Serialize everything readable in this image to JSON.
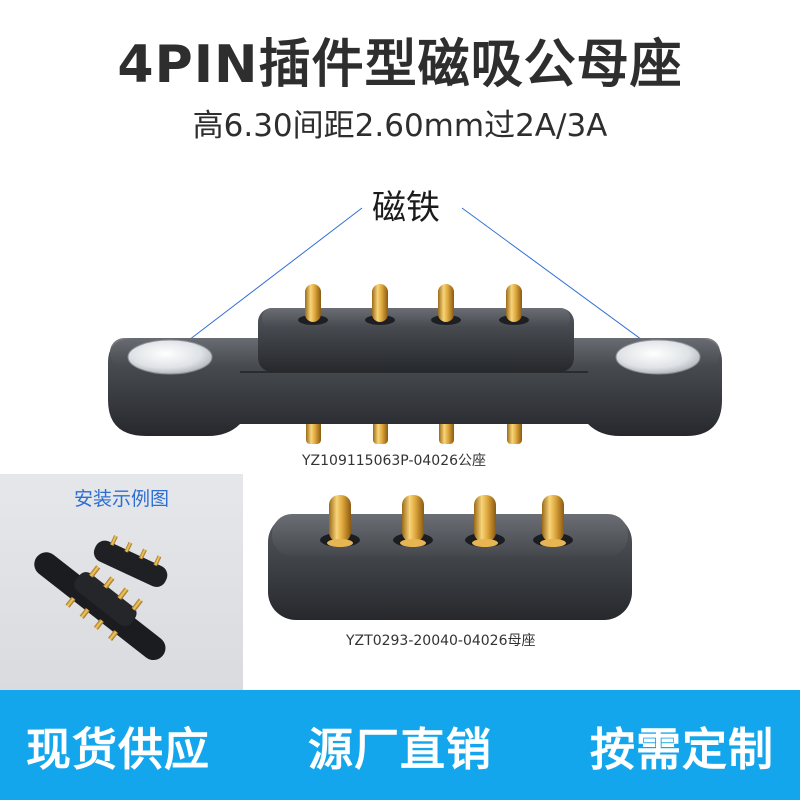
{
  "header": {
    "title": "4PIN插件型磁吸公母座",
    "subtitle": "高6.30间距2.60mm过2A/3A"
  },
  "callout": {
    "label": "磁铁"
  },
  "products": {
    "male_caption": "YZ109115063P-04026公座",
    "female_caption": "YZT0293-20040-04026母座"
  },
  "install": {
    "title": "安装示例图"
  },
  "banner": {
    "items": [
      "现货供应",
      "源厂直销",
      "按需定制"
    ]
  },
  "colors": {
    "banner_bg": "#13a6ec",
    "install_title": "#2d6fd1",
    "callout_line": "#2f6fd6",
    "housing": "#3a3d42",
    "gold": "#d9a440"
  }
}
